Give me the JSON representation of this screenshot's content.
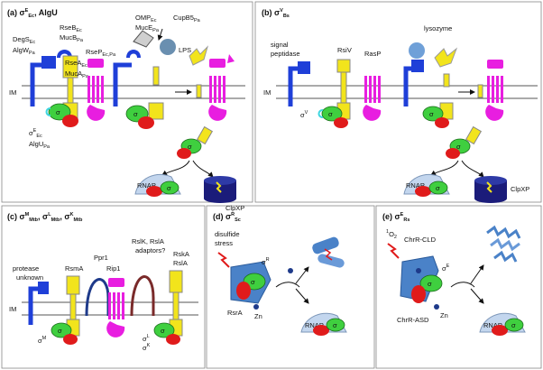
{
  "panels": {
    "a": {
      "title": "(a) σ",
      "title_sup": "E",
      "title_sub": "Ec",
      "title_rest": ", AlgU",
      "labels": {
        "degs": "DegS",
        "degs_sub": "Ec",
        "algw": "AlgW",
        "algw_sub": "Pa",
        "rseb": "RseB",
        "rseb_sub": "Ec",
        "mucb": "MucB",
        "mucb_sub": "Pa",
        "rsea": "RseA",
        "rsea_sub": "Ec",
        "muca": "MucA",
        "muca_sub": "Pa",
        "rsep": "RseP",
        "rsep_sub": "Ec,Pa",
        "im": "IM",
        "sigma_e": "σ",
        "sigma_e_sup": "E",
        "sigma_e_sub": "Ec",
        "algu": "AlgU",
        "algu_sub": "Pa",
        "omp": "OMP",
        "omp_sub": "Ec",
        "muce": "MucE",
        "muce_sub": "Pa",
        "cupb5": "CupB5",
        "cupb5_sub": "Pa",
        "lps": "LPS",
        "rnap": "RNAP",
        "clpxp": "ClpXP",
        "sigma": "σ"
      }
    },
    "b": {
      "title": "(b) σ",
      "title_sup": "V",
      "title_sub": "Bs",
      "labels": {
        "signal_peptidase": "signal",
        "signal_peptidase_2": "peptidase",
        "rsiv": "RsiV",
        "rasp": "RasP",
        "lysozyme": "lysozyme",
        "im": "IM",
        "sigma_v": "σ",
        "sigma_v_sup": "V",
        "rnap": "RNAP",
        "clpxp": "ClpXP",
        "sigma": "σ"
      }
    },
    "c": {
      "title": "(c) σ",
      "title_m": "M",
      "title_mtb": "Mtb",
      "title_l": "L",
      "title_k": "K",
      "labels": {
        "protease": "protease",
        "unknown": "unknown",
        "rsma": "RsmA",
        "ppr1": "Ppr1",
        "rip1": "Rip1",
        "rslk": "RslK, RslA",
        "adaptors": "adaptors?",
        "rska": "RskA",
        "rsla": "RslA",
        "im": "IM",
        "sigma_m": "σ",
        "sigma_m_sup": "M",
        "sigma_lk": "σ",
        "sigma_lk_sup": "L",
        "sigma_lk_sup2": "K",
        "sigma": "σ"
      }
    },
    "d": {
      "title": "(d) σ",
      "title_sup": "R",
      "title_sub": "Sc",
      "labels": {
        "disulfide": "disulfide",
        "stress": "stress",
        "sigma_r": "σ",
        "sigma_r_sup": "R",
        "rsra": "RsrA",
        "zn": "Zn",
        "rnap": "RNAP",
        "sigma": "σ"
      }
    },
    "e": {
      "title": "(e) σ",
      "title_sup": "E",
      "title_sub": "Rs",
      "labels": {
        "o2": "O",
        "o2_pre": "1",
        "o2_sub": "2",
        "chrr_cld": "ChrR-CLD",
        "chrr_asd": "ChrR-ASD",
        "sigma_e": "σ",
        "sigma_e_sup": "E",
        "zn": "Zn",
        "rnap": "RNAP",
        "sigma": "σ"
      }
    }
  },
  "colors": {
    "membrane": "#6f6f6f",
    "blue": "#1f3fd8",
    "yellow": "#f2e41c",
    "magenta": "#e81ee0",
    "green": "#3fcf3f",
    "red": "#e01b1b",
    "cyan": "#3fd6e0",
    "rnap": "#c3d6ee",
    "clpxp": "#1b1c7a",
    "darkred": "#7a2a2a",
    "navy": "#1e3a8a",
    "structure_blue": "#4a82c8"
  }
}
